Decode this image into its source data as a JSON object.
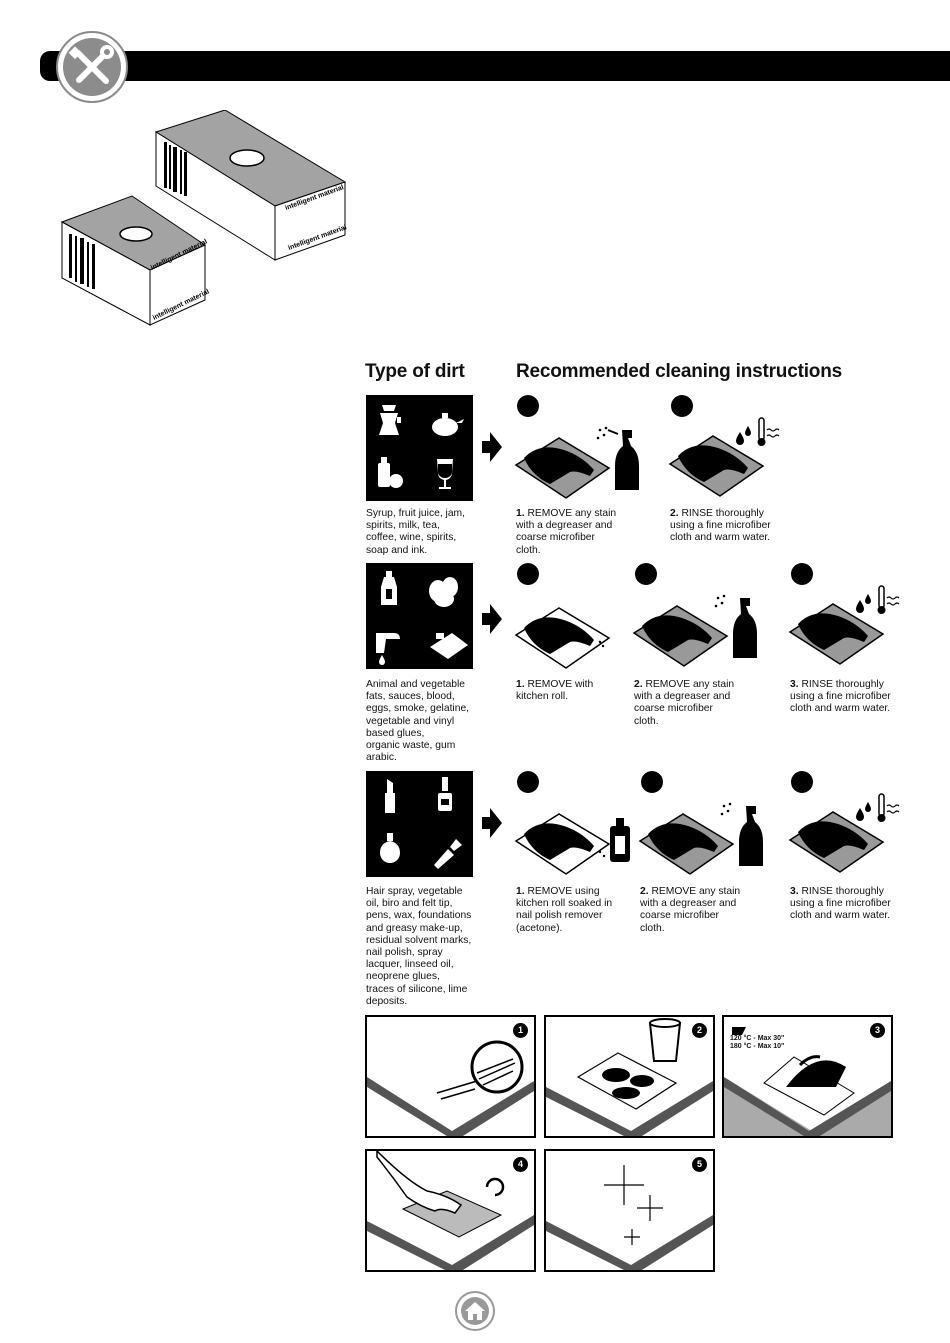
{
  "header": {
    "icon": "tools-icon"
  },
  "product": {
    "label_text": "intelligent material"
  },
  "section_headings": {
    "type_of_dirt": "Type of dirt",
    "recommended": "Recommended cleaning instructions"
  },
  "rows": [
    {
      "caption": "Syrup, fruit juice, jam,\nspirits, milk, tea,\ncoffee, wine, spirits,\nsoap and ink.",
      "icons": [
        "coffee-pot-icon",
        "teapot-icon",
        "juice-bottle-apple-icon",
        "wine-glass-icon"
      ],
      "steps": [
        {
          "num": "1.",
          "text": " REMOVE any stain\nwith a degreaser and\ncoarse microfiber\ncloth."
        },
        {
          "num": "2.",
          "text": " RINSE thoroughly\nusing a fine microfiber\ncloth and warm water."
        }
      ]
    },
    {
      "caption": "Animal and vegetable\nfats, sauces, blood,\neggs, smoke, gelatine,\nvegetable and vinyl\nbased glues,\norganic waste, gum\narabic.",
      "icons": [
        "sauce-bottle-icon",
        "eggs-icon",
        "blood-drop-hand-icon",
        "food-waste-icon"
      ],
      "steps": [
        {
          "num": "1.",
          "text": " REMOVE with\nkitchen roll."
        },
        {
          "num": "2.",
          "text": " REMOVE any stain\nwith a degreaser and\ncoarse microfiber\ncloth."
        },
        {
          "num": "3.",
          "text": " RINSE thoroughly\nusing a fine microfiber\ncloth and warm water."
        }
      ]
    },
    {
      "caption": "Hair spray, vegetable\noil, biro and felt tip,\npens, wax, foundations\nand greasy make-up,\nresidual solvent marks,\nnail polish, spray\nlacquer, linseed oil,\nneoprene glues,\ntraces of silicone, lime\ndeposits.",
      "icons": [
        "lipstick-icon",
        "nail-polish-icon",
        "oil-flask-icon",
        "pen-icon"
      ],
      "steps": [
        {
          "num": "1.",
          "text": " REMOVE using\nkitchen roll soaked in\nnail polish remover\n(acetone)."
        },
        {
          "num": "2.",
          "text": " REMOVE any stain\nwith a degreaser and\ncoarse microfiber\ncloth."
        },
        {
          "num": "3.",
          "text": " RINSE thoroughly\nusing a fine microfiber\ncloth and warm water."
        }
      ]
    }
  ],
  "repair_panels": [
    {
      "number": "1",
      "icon": "scratch-magnifier-icon"
    },
    {
      "number": "2",
      "icon": "wet-cloth-glass-icon"
    },
    {
      "number": "3",
      "icon": "iron-icon",
      "iron_text": "120 °C - Max 30\"\n180 °C - Max 10\""
    },
    {
      "number": "4",
      "icon": "hand-wipe-icon"
    },
    {
      "number": "5",
      "icon": "sparkle-icon"
    }
  ],
  "footer": {
    "icon": "home-icon"
  }
}
